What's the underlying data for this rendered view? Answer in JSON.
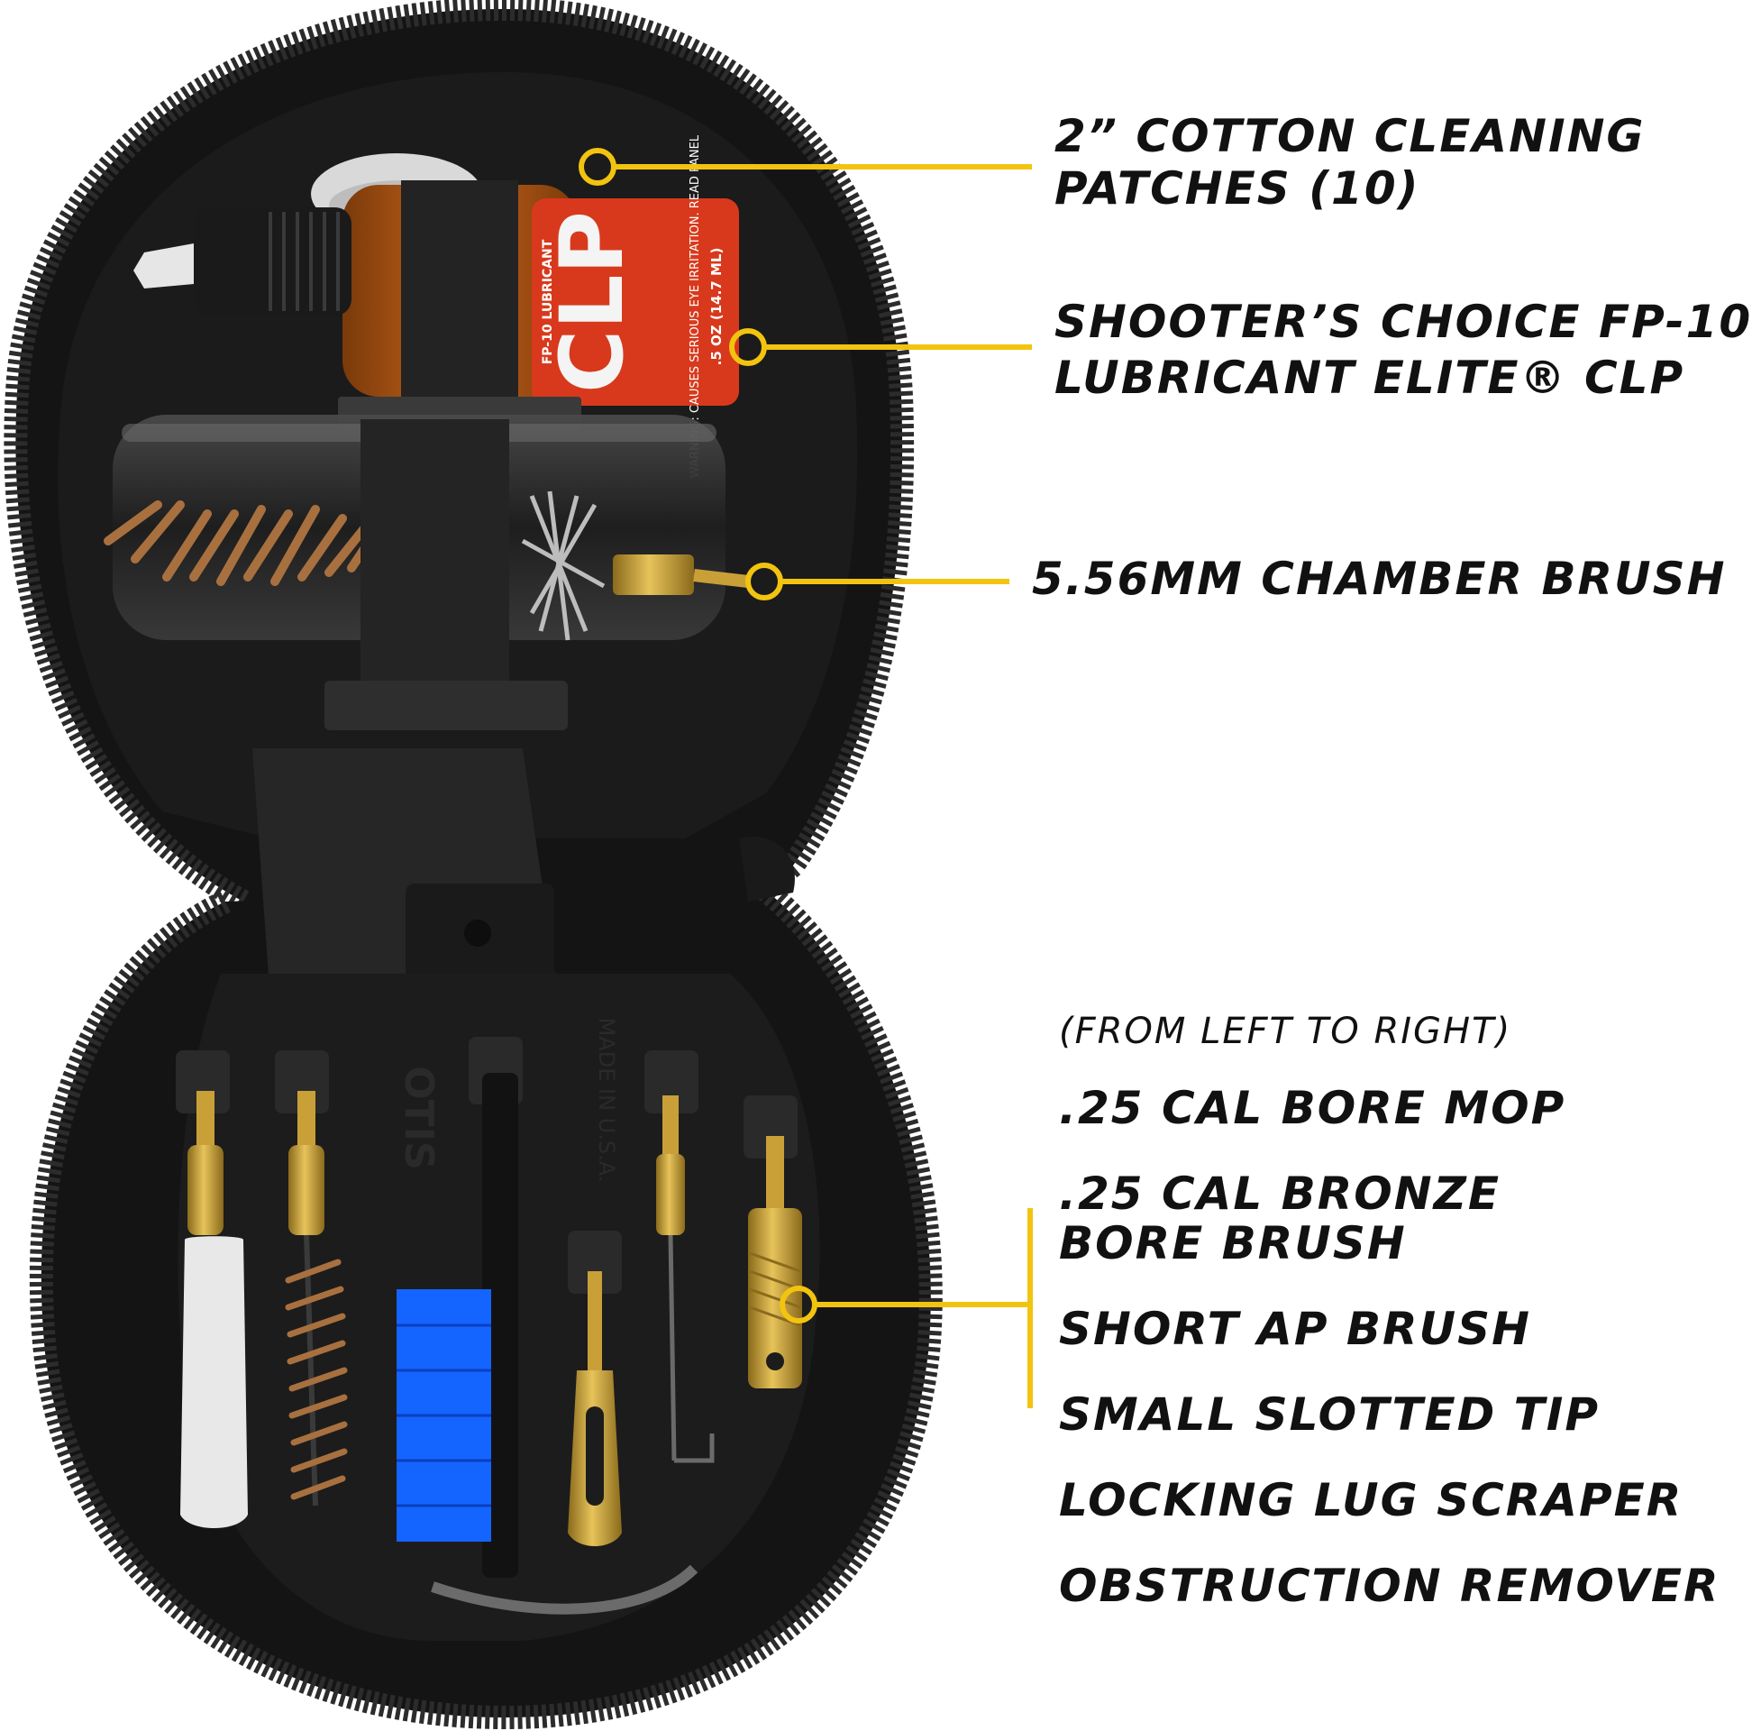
{
  "colors": {
    "accent": "#f2c40f",
    "text": "#111111",
    "case": "#141414",
    "zipper": "#2c2c2c",
    "tray": "#1c1c1c",
    "brass": "#c9a038",
    "bottle_label": "#d8391c",
    "mop": "#e8e8e8",
    "bronze": "#a8703f",
    "blue_brush": "#1464ff"
  },
  "callouts": {
    "patches": {
      "line1": "2” COTTON CLEANING",
      "line2": "PATCHES (10)"
    },
    "clp": {
      "line1": "SHOOTER’S CHOICE FP-10",
      "line2": "LUBRICANT ELITE® CLP"
    },
    "chamber_brush": {
      "text": "5.56MM CHAMBER BRUSH"
    },
    "tools": {
      "note": "(FROM LEFT TO RIGHT)",
      "items": [
        ".25 CAL BORE MOP",
        ".25 CAL BRONZE",
        "BORE BRUSH",
        "SHORT AP BRUSH",
        "SMALL SLOTTED TIP",
        "LOCKING LUG SCRAPER",
        "OBSTRUCTION REMOVER"
      ]
    }
  },
  "product": {
    "bottle_brand": "CLP",
    "bottle_side_text": "FP-10 LUBRICANT",
    "bottle_warning": "WARNING: CAUSES SERIOUS EYE IRRITATION. READ PANEL",
    "bottle_volume": ".5 OZ (14.7 ML)",
    "tray_brand": "OTIS",
    "tray_origin": "MADE IN U.S.A."
  }
}
